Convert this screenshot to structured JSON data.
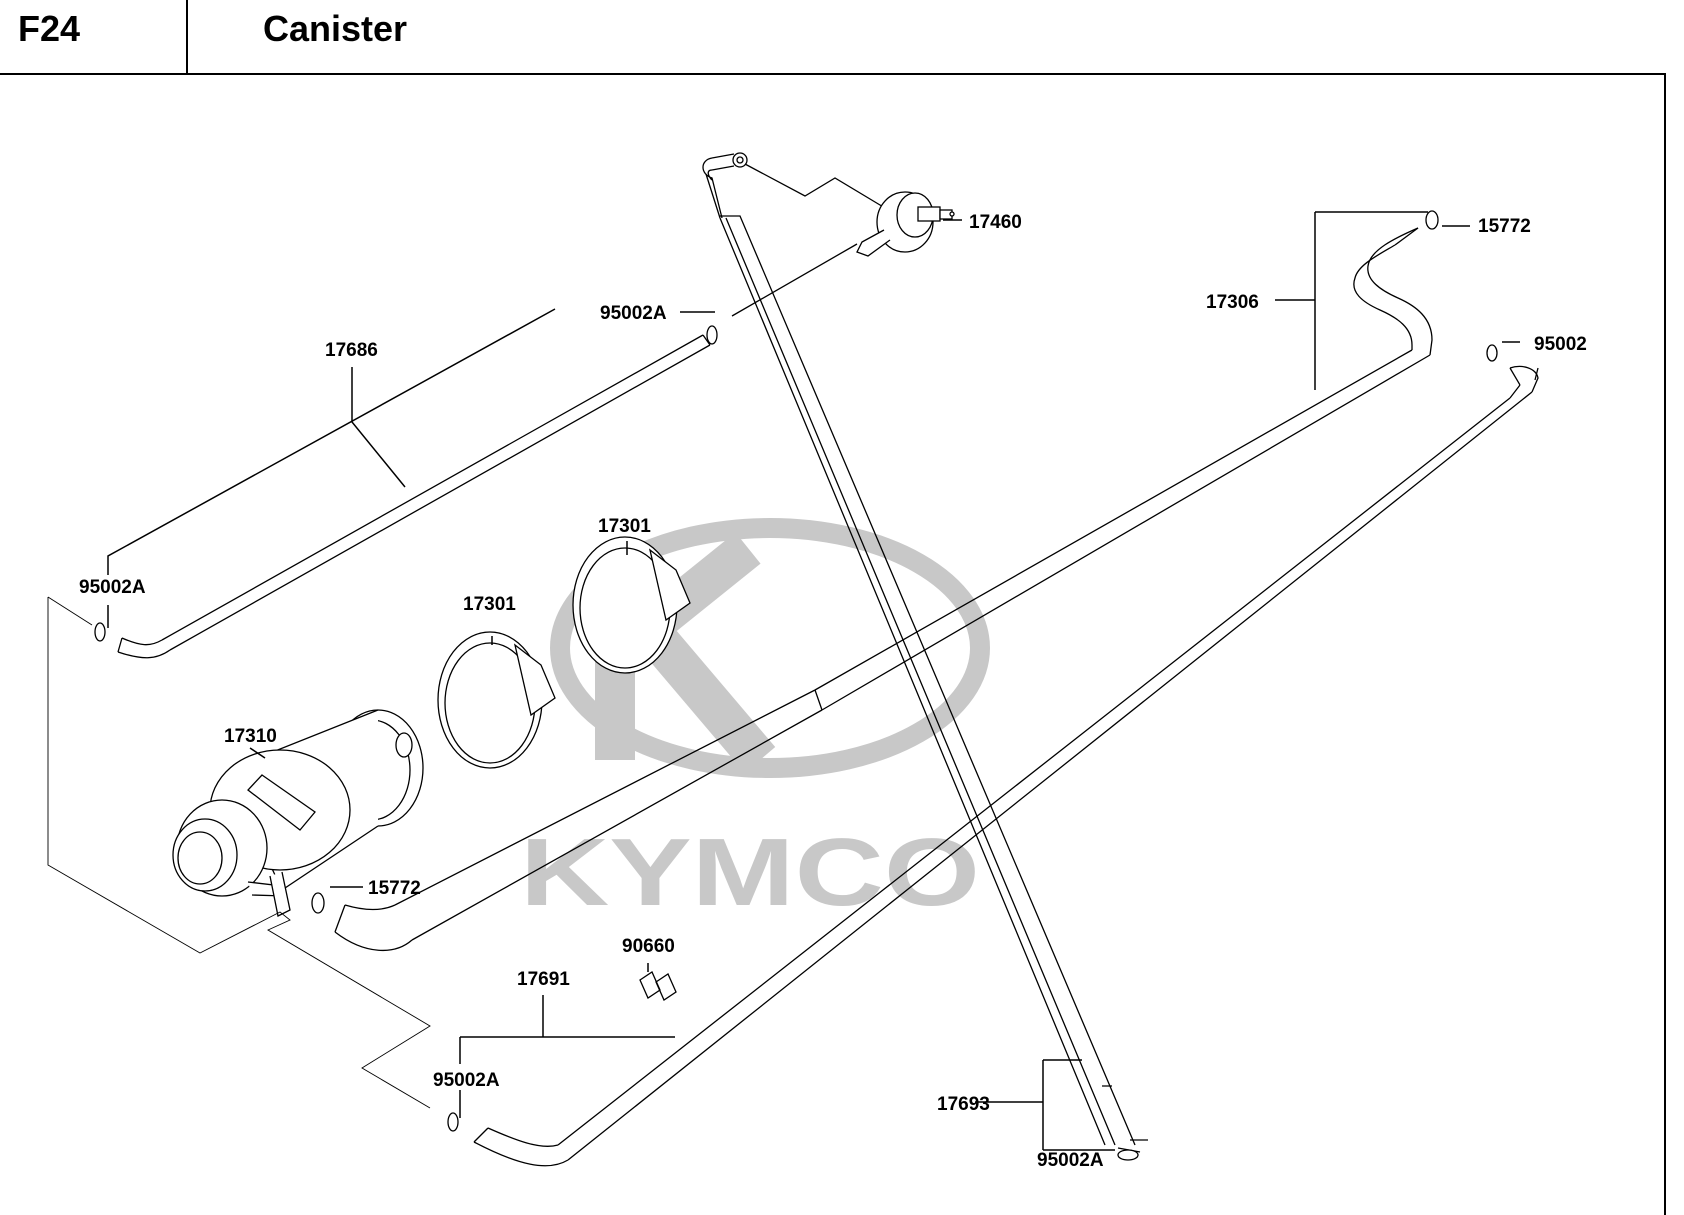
{
  "header": {
    "code": "F24",
    "title": "Canister"
  },
  "watermark": {
    "brand": "KYMCO",
    "color": "#c8c8c8"
  },
  "labels": {
    "l17460": "17460",
    "l15772_top": "15772",
    "l95002A_top": "95002A",
    "l17686": "17686",
    "l17306": "17306",
    "l95002_right": "95002",
    "l95002A_left": "95002A",
    "l17301_back": "17301",
    "l17301_front": "17301",
    "l17310": "17310",
    "l15772_low": "15772",
    "l90660": "90660",
    "l17691": "17691",
    "l95002A_bottom": "95002A",
    "l17693": "17693",
    "l95002A_br": "95002A"
  },
  "parts": {
    "canister": {
      "icon": "canister-icon"
    },
    "valve": {
      "icon": "valve-icon"
    },
    "bands": {
      "icon": "band-icon"
    },
    "clips": {
      "icon": "clip-icon"
    },
    "hoses": {
      "icon": "hose-icon"
    }
  }
}
